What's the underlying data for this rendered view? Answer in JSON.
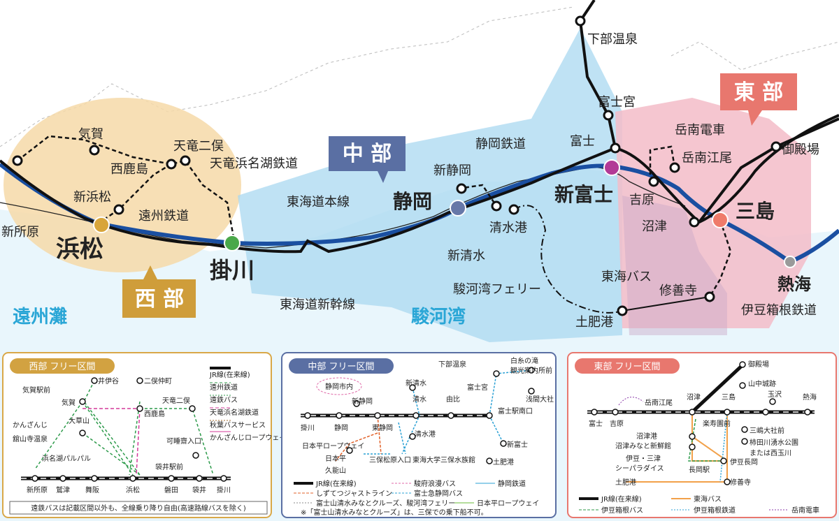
{
  "regions": {
    "central": "中 部",
    "west": "西 部",
    "east": "東 部"
  },
  "stations": {
    "hamamatsu": "浜松",
    "kakegawa": "掛川",
    "shizuoka": "静岡",
    "shinfuji": "新富士",
    "mishima": "三島",
    "atami": "熱海",
    "shinjohara": "新所原",
    "kiga": "気賀",
    "nishikajima": "西鹿島",
    "tenryu_futamata": "天竜二俣",
    "shinhamamatsu": "新浜松",
    "shinshizuoka": "新静岡",
    "shimizu_port": "清水港",
    "shinshimizu": "新清水",
    "shimobe_onsen": "下部温泉",
    "fujinomiya": "富士宮",
    "fuji": "富士",
    "gakunan_enoo": "岳南江尾",
    "yoshiwara": "吉原",
    "numazu": "沼津",
    "gotemba": "御殿場",
    "shuzenji": "修善寺",
    "toi_port": "土肥港"
  },
  "lines": {
    "enshu": "遠州鉄道",
    "tenhama": "天竜浜名湖鉄道",
    "tokaido_main": "東海道本線",
    "shinkansen": "東海道新幹線",
    "shizuoka_railway": "静岡鉄道",
    "ferry": "駿河湾フェリー",
    "gakunan": "岳南電車",
    "tokai_bus": "東海バス",
    "izu_hakone": "伊豆箱根鉄道"
  },
  "seas": {
    "enshu": "遠州灘",
    "suruga": "駿河湾"
  },
  "panels": {
    "west": {
      "title": "西部 フリー区間",
      "s_kiga_ekimae": "気賀駅前",
      "s_kiga": "気賀",
      "s_iinoya": "井伊谷",
      "s_futamata_naka": "二俣仲町",
      "s_tenryu_futamata": "天竜二俣",
      "s_nishikajima": "西鹿島",
      "s_okusayama": "大草山",
      "s_kanzanji": "かんざんじ",
      "s_kanzanji_onsen": "舘山寺温泉",
      "s_palpal": "浜名湖パルパル",
      "s_kasadai": "可睡齋入口",
      "s_fukuroi_ekimae": "袋井駅前",
      "s_shinjohara": "新所原",
      "s_washizu": "鷲津",
      "s_maisaka": "舞阪",
      "s_hamamatsu": "浜松",
      "s_iwata": "磐田",
      "s_fukuroi": "袋井",
      "s_kakegawa": "掛川",
      "legend_jr": "JR線(在来線)",
      "legend_enshu": "遠州鉄道",
      "legend_enshu_bus": "遠鉄バス",
      "legend_tenhama": "天竜浜名湖鉄道",
      "legend_akiba": "秋葉バスサービス",
      "legend_ropeway": "かんざんじロープウェイ",
      "note": "遠鉄バスは記載区間以外も、全線乗り降り自由(高速路線バスを除く)"
    },
    "central": {
      "title": "中部 フリー区間",
      "s_shizuoka_city": "静岡市内",
      "s_shimobe": "下部温泉",
      "s_shiraito": "白糸の滝",
      "s_kankou": "観光案内所前",
      "s_fujinomiya": "富士宮",
      "s_asama": "浅間大社",
      "s_shinshimizu": "新清水",
      "s_shinshizuoka": "新静岡",
      "s_kakegawa": "掛川",
      "s_shizuoka": "静岡",
      "s_higashishizuoka": "東静岡",
      "s_shimizu": "清水",
      "s_yui": "由比",
      "s_fuji_minamiguchi": "富士駅南口",
      "s_shimizu_port": "清水港",
      "s_shinfuji": "新富士",
      "s_toi": "土肥港",
      "s_nihondaira_rope": "日本平ロープウェイ",
      "s_nihondaira": "日本平",
      "s_kunouzan": "久能山",
      "s_miho": "三保松原入口",
      "s_tokai_univ": "東海大学三保水族館",
      "legend_jr": "JR線(在来線)",
      "legend_justline": "しずてつジャストライン",
      "legend_cruise": "富士山清水みなとクルーズ、駿河湾フェリー",
      "legend_sunpu": "駿府浪漫バス",
      "legend_fujikyu": "富士急静岡バス",
      "legend_shizutetsu": "静岡鉄道",
      "legend_nihondaira": "日本平ロープウェイ",
      "note": "※「富士山清水みなとクルーズ」は、三保での乗下船不可。"
    },
    "east": {
      "title": "東部 フリー区間",
      "s_gotemba": "御殿場",
      "s_yamanaka": "山中城跡",
      "s_tamagawa": "玉沢",
      "s_ozawa": "",
      "s_atami": "熱海",
      "s_gakunan_enoo": "岳南江尾",
      "s_fuji": "富士",
      "s_yoshiwara": "吉原",
      "s_numazu": "沼津",
      "s_mishima": "三島",
      "s_rakujuen": "楽寿園前",
      "s_taishamae": "三嶋大社前",
      "s_kakitagawa": "柿田川湧水公園",
      "s_kakitagawa2": "または西玉川",
      "s_numazu_port": "沼津港",
      "s_numazu_minato": "沼津みなと新鮮館",
      "s_izu_mito": "伊豆・三津",
      "s_sea_paradise": "シーパラダイス",
      "s_izu_nagaoka": "伊豆長岡",
      "s_nagaoka": "長岡駅",
      "s_toi": "土肥港",
      "s_shuzenji": "修善寺",
      "legend_jr": "JR線(在来線)",
      "legend_tokai_bus": "東海バス",
      "legend_izuhakone_bus": "伊豆箱根バス",
      "legend_izuhakone_rail": "伊豆箱根鉄道",
      "legend_gakunan": "岳南電車"
    }
  }
}
